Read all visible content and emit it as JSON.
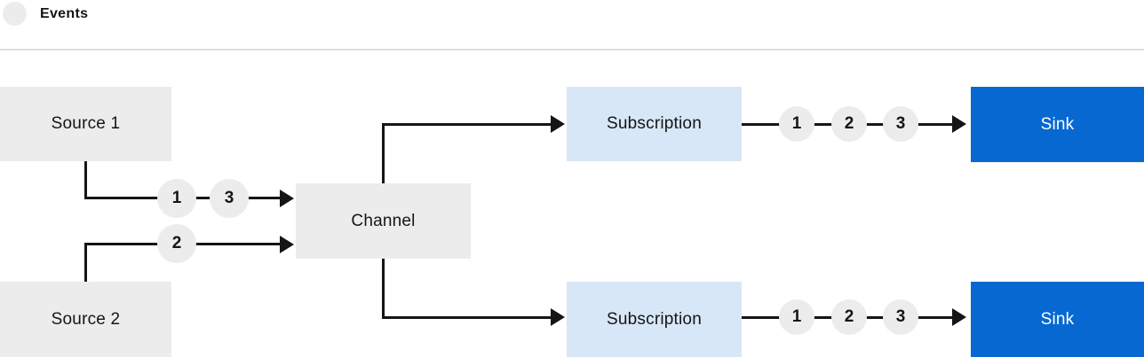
{
  "legend": {
    "label": "Events"
  },
  "colors": {
    "background": "#ffffff",
    "node_gray": "#ececec",
    "node_lightblue": "#d7e7f7",
    "node_blue": "#0768d2",
    "line": "#151515",
    "text": "#151515",
    "separator": "#dedede"
  },
  "nodes": {
    "source1": {
      "label": "Source 1"
    },
    "source2": {
      "label": "Source 2"
    },
    "channel": {
      "label": "Channel"
    },
    "subscription1": {
      "label": "Subscription"
    },
    "subscription2": {
      "label": "Subscription"
    },
    "sink1": {
      "label": "Sink"
    },
    "sink2": {
      "label": "Sink"
    }
  },
  "flows": {
    "source1_to_channel": {
      "events": [
        "1",
        "3"
      ]
    },
    "source2_to_channel": {
      "events": [
        "2"
      ]
    },
    "subscription1_to_sink1": {
      "events": [
        "1",
        "2",
        "3"
      ]
    },
    "subscription2_to_sink2": {
      "events": [
        "1",
        "2",
        "3"
      ]
    }
  }
}
